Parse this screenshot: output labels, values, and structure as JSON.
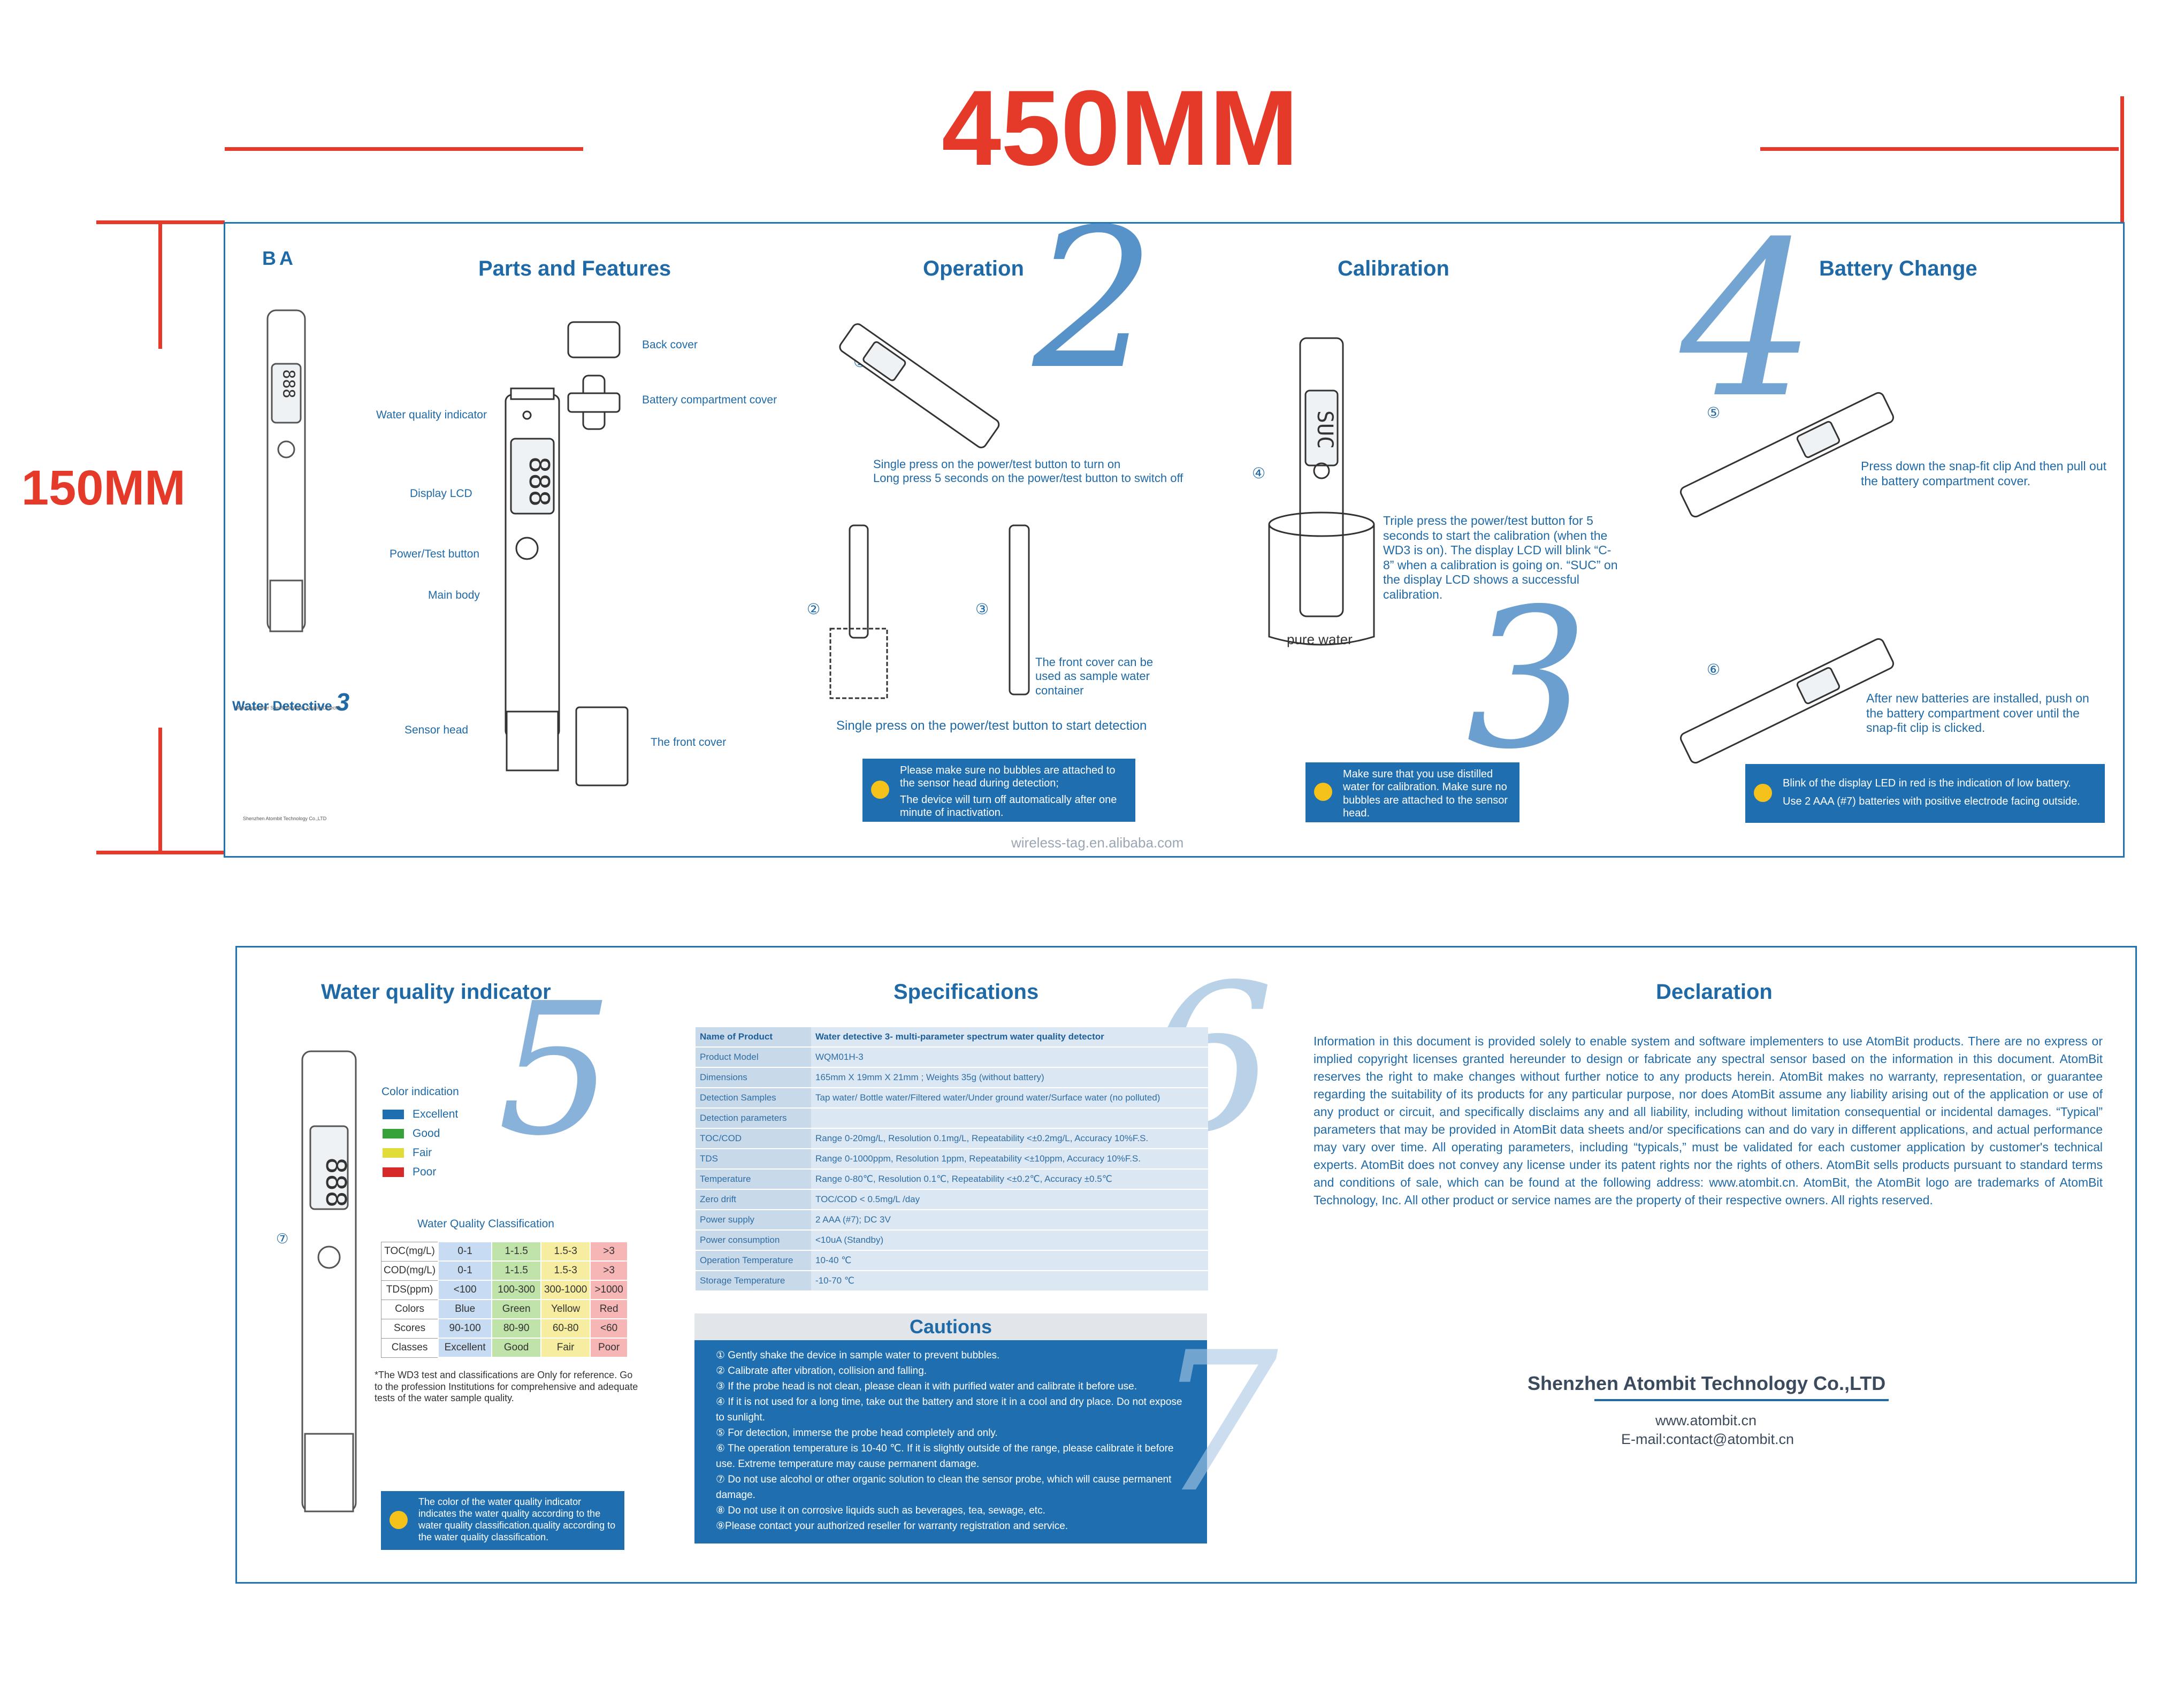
{
  "dimensions": {
    "width_label": "450MM",
    "height_label": "150MM"
  },
  "brand": {
    "logo_text": "BA",
    "product_name": "Water Detective",
    "product_number": "3",
    "product_subtitle": "Multi-parameter Spectrum Water Quality Detector",
    "company_small": "Shenzhen Atombit Technology Co.,LTD"
  },
  "sections": {
    "parts": {
      "title": "Parts and Features",
      "labels": {
        "back_cover": "Back cover",
        "battery_cover": "Battery compartment cover",
        "wq_indicator": "Water quality indicator",
        "display": "Display LCD",
        "power": "Power/Test button",
        "main_body": "Main body",
        "sensor": "Sensor head",
        "front_cover": "The front cover"
      }
    },
    "operation": {
      "title": "Operation",
      "step1_num": "①",
      "step1_text": "Single press on the power/test button to turn on\nLong press 5 seconds on the power/test button to switch off",
      "step2_num": "②",
      "step3_num": "③",
      "step3_text": "The front cover can be used as sample water container",
      "step2_caption": "Single press on the power/test button to start detection",
      "note1": "Please make sure no bubbles are attached to the sensor head during detection;",
      "note2": "The device will turn off automatically after one minute of inactivation.",
      "watermark": "wireless-tag.en.alibaba.com"
    },
    "calibration": {
      "title": "Calibration",
      "step_num": "④",
      "text": "Triple press the power/test button for 5 seconds to start the calibration (when the WD3 is on). The display LCD will blink “C-8” when a calibration is going on. “SUC” on the display LCD shows a successful calibration.",
      "water_label": "pure water",
      "note": "Make sure that you use distilled water for calibration. Make sure no bubbles are attached to the sensor head.",
      "lcd": "SUC"
    },
    "battery": {
      "title": "Battery Change",
      "step5_num": "⑤",
      "step5_text": "Press down the snap-fit clip And then pull out the battery compartment cover.",
      "step6_num": "⑥",
      "step6_text": "After new batteries are installed, push on the battery compartment cover until the snap-fit clip is clicked.",
      "note1": "Blink of the display LED in red is the indication of low battery.",
      "note2": "Use 2 AAA (#7)  batteries with positive electrode facing outside."
    },
    "wqi": {
      "title": "Water quality indicator",
      "step_num": "⑦",
      "color_title": "Color indication",
      "colors": [
        {
          "label": "Excellent",
          "hex": "#1f6fb0"
        },
        {
          "label": "Good",
          "hex": "#37a23a"
        },
        {
          "label": "Fair",
          "hex": "#e2dc3a"
        },
        {
          "label": "Poor",
          "hex": "#d62a2a"
        }
      ],
      "table_title": "Water Quality Classification",
      "table": [
        [
          "TOC(mg/L)",
          "0-1",
          "1-1.5",
          "1.5-3",
          ">3"
        ],
        [
          "COD(mg/L)",
          "0-1",
          "1-1.5",
          "1.5-3",
          ">3"
        ],
        [
          "TDS(ppm)",
          "<100",
          "100-300",
          "300-1000",
          ">1000"
        ],
        [
          "Colors",
          "Blue",
          "Green",
          "Yellow",
          "Red"
        ],
        [
          "Scores",
          "90-100",
          "80-90",
          "60-80",
          "<60"
        ],
        [
          "Classes",
          "Excellent",
          "Good",
          "Fair",
          "Poor"
        ]
      ],
      "footnote": "*The WD3 test and classifications are Only for reference. Go to the profession Institutions for comprehensive and adequate tests of the water sample quality.",
      "note": "The color of the water quality indicator indicates the water quality according to the water quality classification.quality according to the water quality classification."
    },
    "specs": {
      "title": "Specifications",
      "rows": [
        [
          "Name of Product",
          "Water detective 3- multi-parameter spectrum water quality detector"
        ],
        [
          "Product Model",
          "WQM01H-3"
        ],
        [
          "Dimensions",
          "165mm X 19mm X 21mm ;  Weights 35g (without battery)"
        ],
        [
          "Detection Samples",
          "Tap water/ Bottle water/Filtered water/Under ground water/Surface water (no polluted)"
        ],
        [
          "Detection parameters",
          ""
        ],
        [
          "TOC/COD",
          "Range 0-20mg/L, Resolution 0.1mg/L, Repeatability <±0.2mg/L, Accuracy 10%F.S."
        ],
        [
          "TDS",
          "Range 0-1000ppm, Resolution 1ppm, Repeatability <±10ppm, Accuracy 10%F.S."
        ],
        [
          "Temperature",
          "Range 0-80℃, Resolution 0.1℃, Repeatability <±0.2℃, Accuracy ±0.5℃"
        ],
        [
          "Zero drift",
          "TOC/COD < 0.5mg/L /day"
        ],
        [
          "Power supply",
          "2 AAA (#7); DC 3V"
        ],
        [
          "Power consumption",
          "<10uA (Standby)"
        ],
        [
          "Operation Temperature",
          "10-40 ℃"
        ],
        [
          "Storage Temperature",
          "-10-70 ℃"
        ]
      ]
    },
    "cautions": {
      "title": "Cautions",
      "items": [
        "① Gently shake the device in sample water to prevent bubbles.",
        "② Calibrate after vibration, collision and falling.",
        "③ If the probe head is not clean, please clean it with purified water and calibrate it before use.",
        "④ If it is not used for a long time, take out the battery and store it in a cool and dry place. Do not expose to sunlight.",
        "⑤ For detection, immerse the probe head completely and only.",
        "⑥ The operation temperature is 10-40 ℃. If it is slightly outside of the range, please calibrate it before use. Extreme temperature may cause permanent damage.",
        "⑦ Do not use alcohol or other organic solution to clean the sensor probe, which will cause permanent damage.",
        "⑧ Do not use it on corrosive liquids such as beverages, tea, sewage, etc.",
        "⑨Please contact your authorized reseller for warranty registration and service."
      ]
    },
    "declaration": {
      "title": "Declaration",
      "body": "Information in this document is provided solely to enable system and software implementers to use AtomBit products. There are no express or implied copyright licenses granted hereunder to design or fabricate any spectral sensor based on the information in this document. AtomBit reserves the right to make changes without further notice to any products herein. AtomBit makes no warranty, representation, or guarantee regarding the suitability of its products for any particular purpose, nor does AtomBit assume any liability arising out of the application or use of any product or circuit, and specifically disclaims any and all liability, including without limitation consequential or incidental damages. “Typical” parameters that may be provided in AtomBit data sheets and/or specifications can and do vary in different applications, and actual performance may vary over time. All operating parameters, including “typicals,” must be validated for each customer application by customer's technical experts. AtomBit does not convey any license under its patent rights nor the rights of others. AtomBit sells products pursuant to standard terms and conditions of sale, which can be found at the following address: www.atombit.cn. AtomBit, the AtomBit logo are trademarks of AtomBit Technology, Inc. All other product or service names are the property of their respective owners. All rights reserved.",
      "company": "Shenzhen Atombit Technology Co.,LTD",
      "website": "www.atombit.cn",
      "email": "E-mail:contact@atombit.cn"
    }
  },
  "lcd_digits": "888",
  "big_numbers": {
    "n2": "2",
    "n3": "3",
    "n4": "4",
    "n5": "5",
    "n6": "6",
    "n7": "7"
  }
}
